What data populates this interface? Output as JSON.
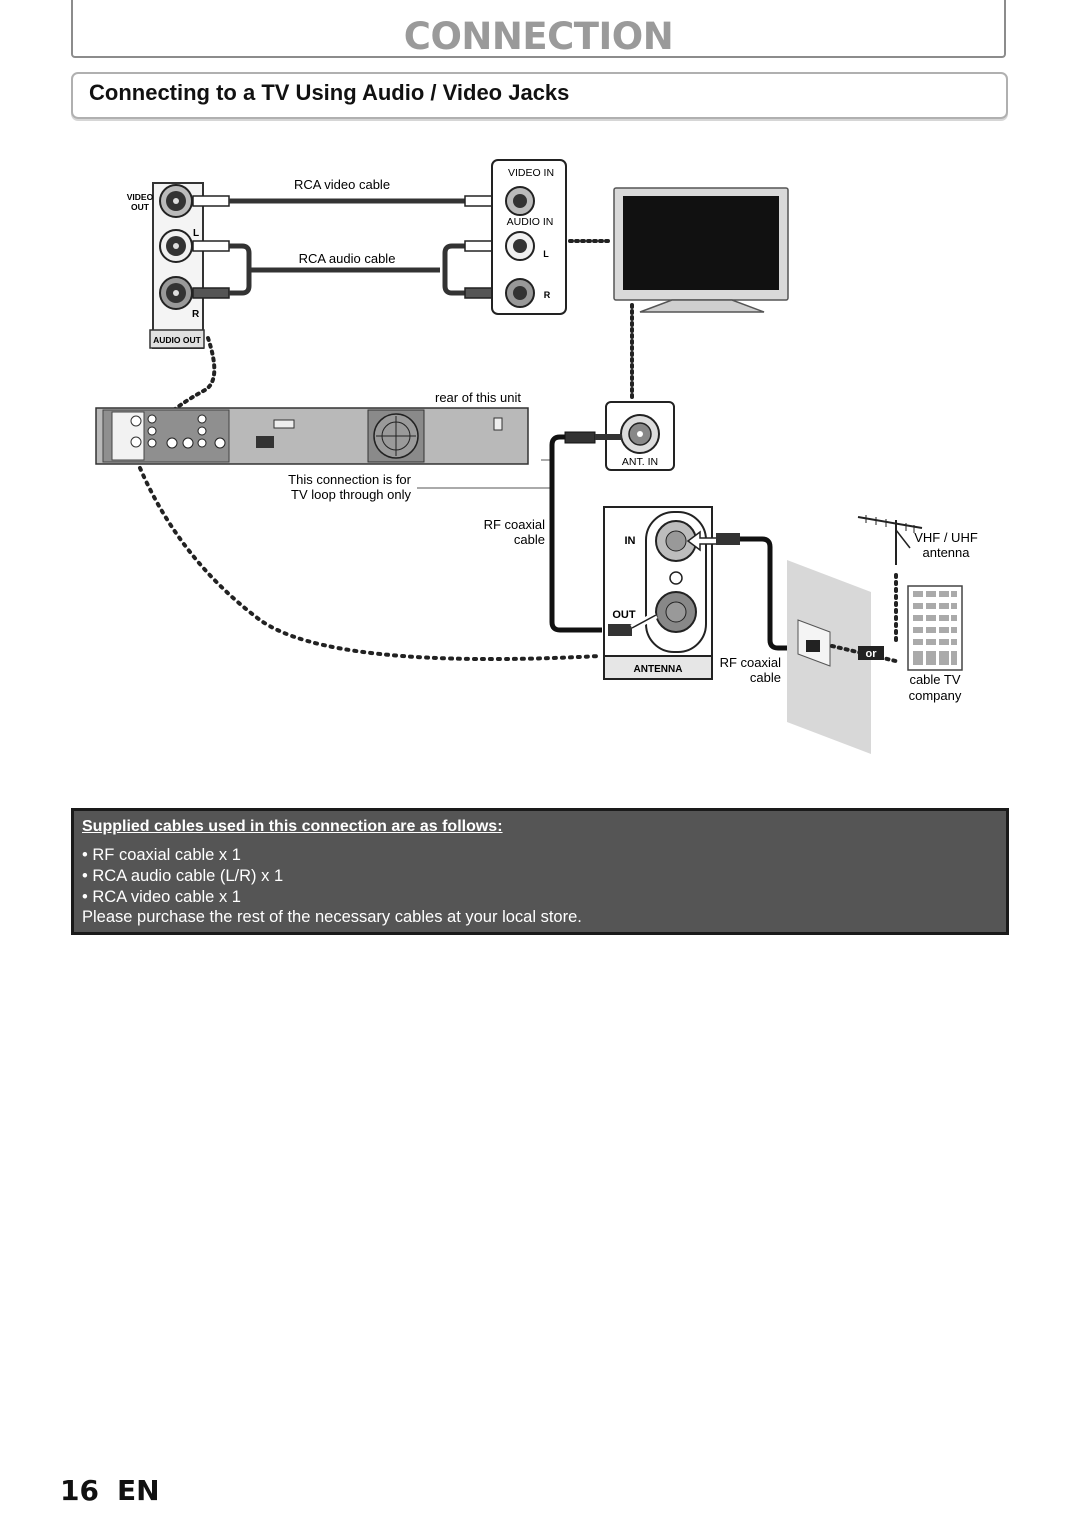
{
  "header": {
    "title": "CONNECTION"
  },
  "section": {
    "title": "Connecting to a TV Using Audio / Video Jacks"
  },
  "diagram": {
    "rca_video_cable": "RCA video cable",
    "rca_audio_cable": "RCA audio cable",
    "video_out": "VIDEO OUT",
    "video_out_line1": "VIDEO",
    "video_out_line2": "OUT",
    "audio_out": "AUDIO OUT",
    "jack_l": "L",
    "jack_r": "R",
    "tv_video_in": "VIDEO IN",
    "tv_audio_in": "AUDIO IN",
    "rear_of_unit": "rear of this unit",
    "loop_note_line1": "This connection is for",
    "loop_note_line2": "TV loop through only",
    "ant_in": "ANT. IN",
    "rf_coaxial_cable_1_line1": "RF coaxial",
    "rf_coaxial_cable_1_line2": "cable",
    "antenna_in": "IN",
    "antenna_out": "OUT",
    "antenna_panel": "ANTENNA",
    "rf_coaxial_cable_2_line1": "RF coaxial",
    "rf_coaxial_cable_2_line2": "cable",
    "or_label": "or",
    "vhf_uhf_line1": "VHF / UHF",
    "vhf_uhf_line2": "antenna",
    "cable_tv_line1": "cable TV",
    "cable_tv_line2": "company"
  },
  "supplied": {
    "heading": "Supplied cables used in this connection are as follows:",
    "items": [
      "RF coaxial cable x 1",
      "RCA audio cable (L/R) x 1",
      "RCA video cable x 1"
    ],
    "note": "Please purchase the rest of the necessary cables at your local store."
  },
  "footer": {
    "page_number": "16",
    "language": "EN"
  }
}
